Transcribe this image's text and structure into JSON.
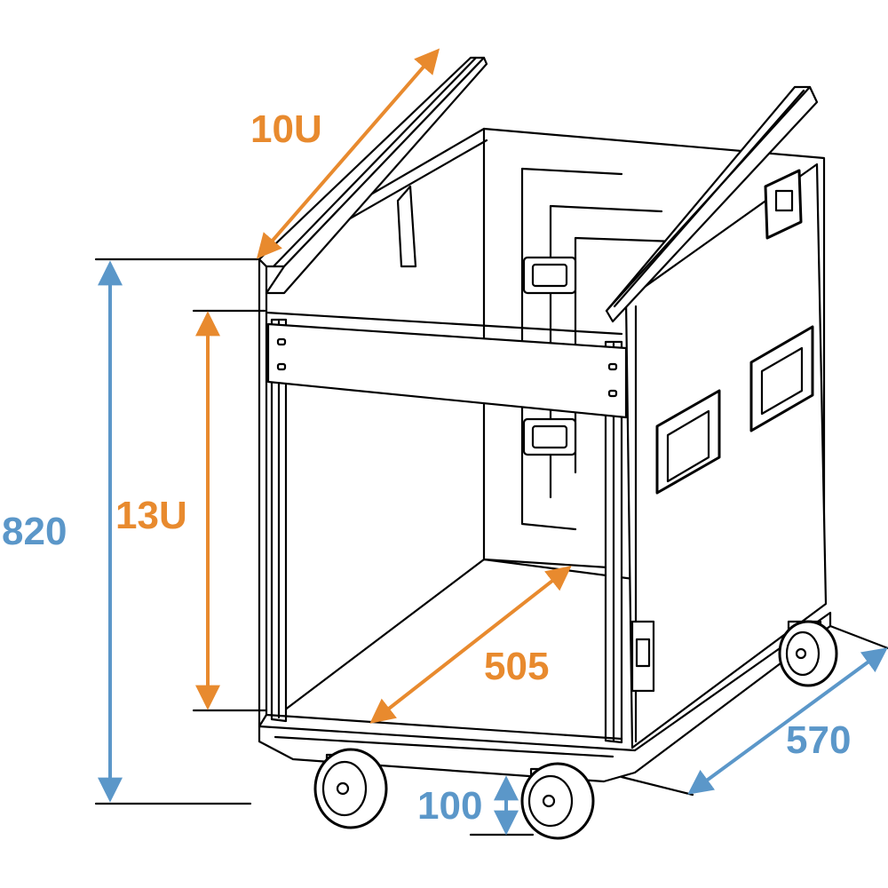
{
  "dimensions": {
    "rail_length": "10U",
    "height_total": "820",
    "rack_height": "13U",
    "inner_depth": "505",
    "case_depth": "570",
    "wheel_height": "100"
  },
  "colors": {
    "orange": "#e88a2e",
    "blue": "#5b97c9",
    "line": "#000000"
  }
}
